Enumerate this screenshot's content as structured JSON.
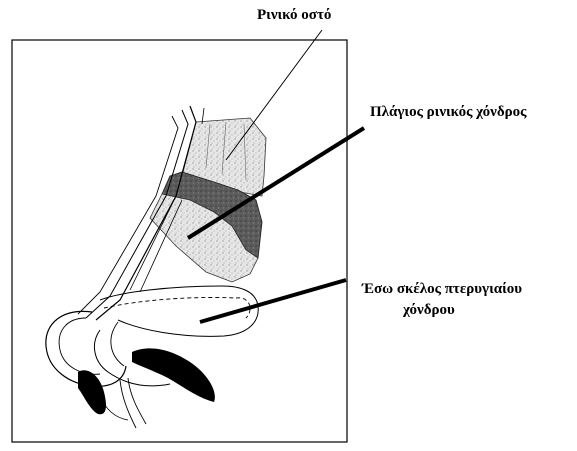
{
  "labels": {
    "nasal_bone": "Ρινικό οστό",
    "lateral_cartilage": "Πλάγιος ρινικός χόνδρος",
    "alar_crus_line1": "Έσω σκέλος πτερυγιαίου",
    "alar_crus_line2": "χόνδρου"
  }
}
